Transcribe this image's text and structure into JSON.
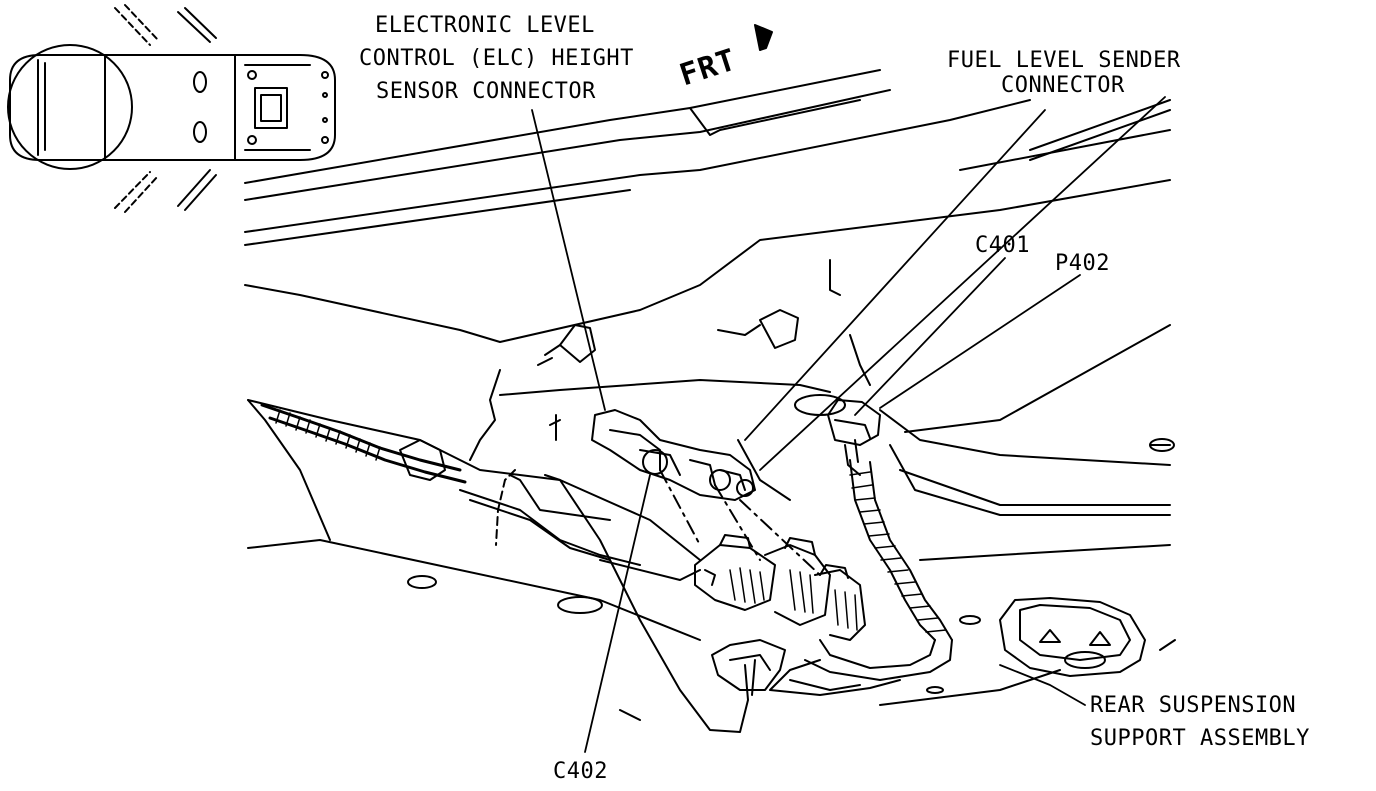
{
  "diagram": {
    "orientation_label": "FRT",
    "labels": {
      "elc_line1": "ELECTRONIC LEVEL",
      "elc_line2": "CONTROL (ELC) HEIGHT",
      "elc_line3": "SENSOR CONNECTOR",
      "fuel_line1": "FUEL LEVEL SENDER",
      "fuel_line2": "CONNECTOR",
      "c401": "C401",
      "p402": "P402",
      "c402": "C402",
      "rear_line1": "REAR SUSPENSION",
      "rear_line2": "SUPPORT ASSEMBLY"
    },
    "colors": {
      "ink": "#000000",
      "background": "#ffffff"
    }
  }
}
